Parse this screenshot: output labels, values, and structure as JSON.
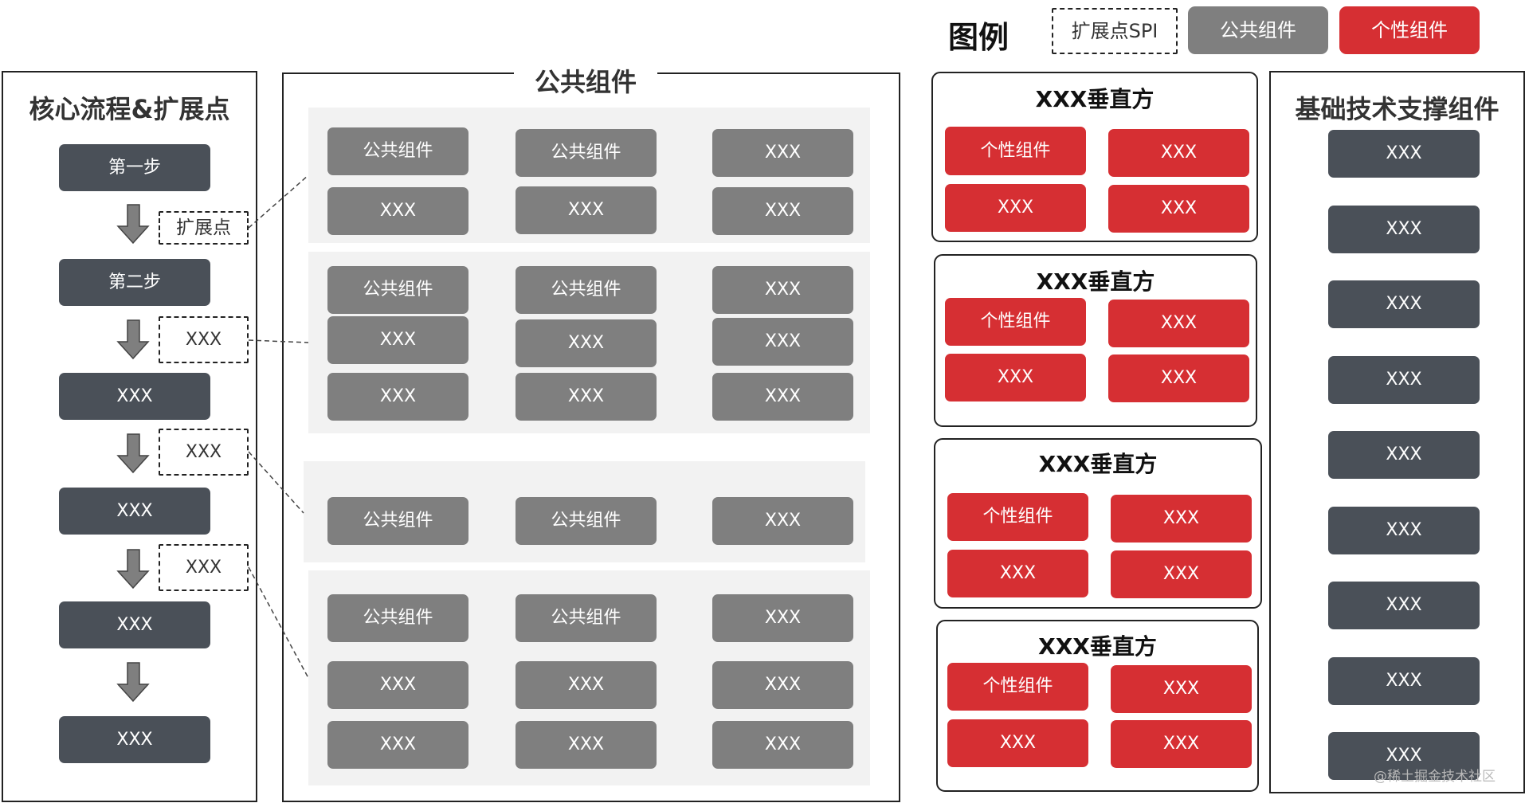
{
  "legend": {
    "title": "图例",
    "spi": "扩展点SPI",
    "public": "公共组件",
    "personal": "个性组件"
  },
  "core": {
    "title": "核心流程&扩展点",
    "steps": [
      "第一步",
      "第二步",
      "XXX",
      "XXX",
      "XXX",
      "XXX"
    ],
    "ext": [
      "扩展点",
      "XXX",
      "XXX",
      "XXX"
    ]
  },
  "public": {
    "title": "公共组件",
    "groups": [
      {
        "rows": [
          [
            "公共组件",
            "公共组件",
            "XXX"
          ],
          [
            "XXX",
            "XXX",
            "XXX"
          ]
        ]
      },
      {
        "rows": [
          [
            "公共组件",
            "公共组件",
            "XXX"
          ],
          [
            "XXX",
            "XXX",
            "XXX"
          ],
          [
            "XXX",
            "XXX",
            "XXX"
          ]
        ]
      },
      {
        "rows": [
          [
            "公共组件",
            "公共组件",
            "XXX"
          ]
        ]
      },
      {
        "rows": [
          [
            "公共组件",
            "公共组件",
            "XXX"
          ],
          [
            "XXX",
            "XXX",
            "XXX"
          ],
          [
            "XXX",
            "XXX",
            "XXX"
          ]
        ]
      }
    ]
  },
  "verticals": [
    {
      "title": "XXX垂直方",
      "items": [
        "个性组件",
        "XXX",
        "XXX",
        "XXX"
      ]
    },
    {
      "title": "XXX垂直方",
      "items": [
        "个性组件",
        "XXX",
        "XXX",
        "XXX"
      ]
    },
    {
      "title": "XXX垂直方",
      "items": [
        "个性组件",
        "XXX",
        "XXX",
        "XXX"
      ]
    },
    {
      "title": "XXX垂直方",
      "items": [
        "个性组件",
        "XXX",
        "XXX",
        "XXX"
      ]
    }
  ],
  "infra": {
    "title": "基础技术支撑组件",
    "items": [
      "XXX",
      "XXX",
      "XXX",
      "XXX",
      "XXX",
      "XXX",
      "XXX",
      "XXX",
      "XXX"
    ]
  },
  "watermark": "@稀土掘金技术社区"
}
